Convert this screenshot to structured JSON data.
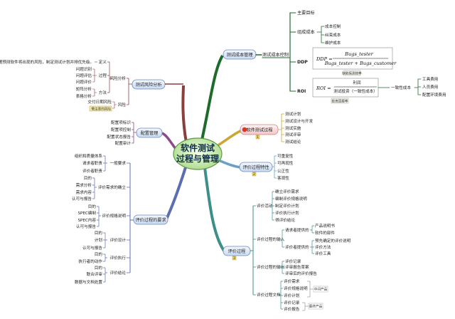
{
  "center": {
    "line1": "软件测试",
    "line2": "过程与管理"
  },
  "cost": {
    "topic": "测试成本管理",
    "control": "测试成本控制",
    "goal": "主要目标",
    "composition": "组成成本",
    "items": [
      "成本控制",
      "纠束成本",
      "维护成本"
    ],
    "ddp_label": "DDP",
    "ddp_formula": {
      "lhs": "DDP =",
      "num": "Bugs_tester",
      "den": "Bugs_tester + Bugs_customer"
    },
    "ddp_tag": "缺陷探测效率",
    "roi_label": "ROI",
    "roi_formula": {
      "lhs": "ROI =",
      "num": "利润",
      "den": "测试投资（一致性成本）"
    },
    "roi_tag": "投资回报率",
    "consistency": "一致性成本",
    "consistency_items": [
      "工具费用",
      "人员费用",
      "配置环境费用"
    ]
  },
  "process": {
    "topic": "软件测试过程",
    "badge": "1",
    "items": [
      "测试计划",
      "测试设计与开发",
      "测试实施",
      "测试评审",
      "测试结论"
    ]
  },
  "features": {
    "topic": "评价过程特性",
    "badge": "2",
    "items": [
      "可重复性",
      "可再现性",
      "公正性",
      "客观性"
    ]
  },
  "eval": {
    "topic": "评价过程",
    "badge": "3",
    "est": "评价活动",
    "est_items": [
      "确立评价需求",
      "编制评价规格说明",
      "制定评价计划",
      "评价执行计划",
      "得评价结论"
    ],
    "input": "评价过程的输入",
    "supplied": "请求者提供的",
    "supplied_items": [
      "产品说明书",
      "软件的部件"
    ],
    "evaluator": "评价者提供的",
    "evaluator_items": [
      "预先确定的评价说明",
      "评价方法",
      "评价工具"
    ],
    "output": "评价过程的输出",
    "output_items": [
      "评价记录",
      "评审报告草案",
      "评审后的评价报告"
    ],
    "docs": "评价过程文档",
    "docs_items": [
      "评价需求",
      "评价规格说明",
      "评价计划",
      "评价记录",
      "评价报告"
    ],
    "doc_tag1": "中间产品",
    "doc_tag2": "最终产品"
  },
  "req": {
    "topic": "评价过程的要求",
    "general": "一般要求",
    "general_items": [
      "组织和质量体系",
      "请求者职责",
      "评价者职责"
    ],
    "confirm": "评价需求的确立",
    "confirm_items": [
      "目的",
      "需求分析",
      "需求内容",
      "认可与报告"
    ],
    "spec": "评价规格说明",
    "spec_items": [
      "目的",
      "SPEC编制",
      "SPEC内容",
      "认可与报告"
    ],
    "design": "评价设计",
    "design_items": [
      "目的",
      "计划",
      "认可与报告"
    ],
    "exec": "评价执行",
    "exec_items": [
      "目的",
      "执行者的动作"
    ],
    "conclude": "评价结论",
    "conclude_items": [
      "目的",
      "联合评审",
      "数据与文档处置"
    ]
  },
  "config": {
    "topic": "配置管理",
    "items": [
      "配置项标识",
      "配置项控制",
      "配置状态报告",
      "配置审计"
    ]
  },
  "risk": {
    "topic": "测试风险分析",
    "def_text": "根据预测软件将出现的风险，制定测试计划并排优先级。",
    "def": "定义",
    "analysis": "风险分析",
    "process": "过程",
    "process_items": [
      "问题识别",
      "问题评估",
      "问题评价"
    ],
    "method": "方法",
    "method_items": [
      "矩阵分析",
      "表格分析"
    ],
    "risk": "风险",
    "risk_items": [
      "交付日期风险",
      "需注意的风险"
    ]
  }
}
